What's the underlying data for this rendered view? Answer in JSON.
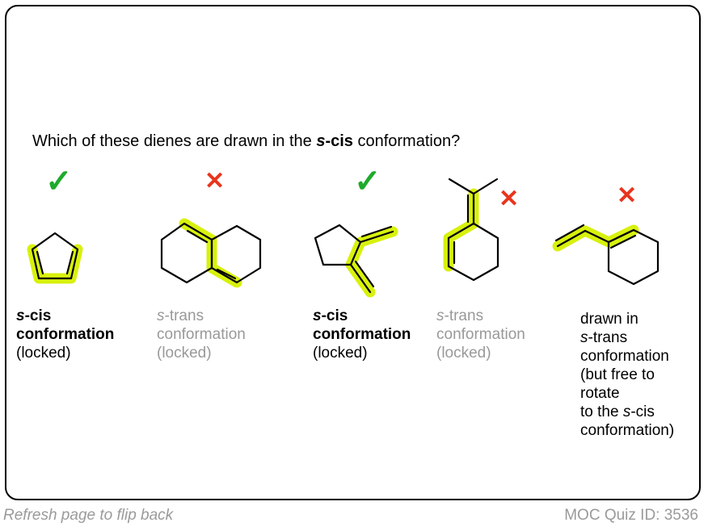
{
  "question": {
    "before": "Which of these dienes are drawn in the ",
    "s": "s",
    "cis": "-cis",
    "after": " conformation?"
  },
  "highlight_color": "#d6f000",
  "items": [
    {
      "mark": "✓",
      "mark_type": "correct",
      "cap1_italic": "s",
      "cap1_rest": "-cis",
      "cap2": "conformation",
      "cap3": "(locked)"
    },
    {
      "mark": "✕",
      "mark_type": "incorrect",
      "cap1_italic": "s",
      "cap1_rest": "-trans",
      "cap2": "conformation",
      "cap3": "(locked)"
    },
    {
      "mark": "✓",
      "mark_type": "correct",
      "cap1_italic": "s",
      "cap1_rest": "-cis",
      "cap2": "conformation",
      "cap3": "(locked)"
    },
    {
      "mark": "✕",
      "mark_type": "incorrect",
      "cap1_italic": "s",
      "cap1_rest": "-trans",
      "cap2": "conformation",
      "cap3": "(locked)"
    },
    {
      "mark": "✕",
      "mark_type": "incorrect",
      "cap1": "drawn in",
      "cap2_italic": "s",
      "cap2_rest": "-trans",
      "cap3": "conformation",
      "cap4": "(but free to",
      "cap5": "rotate",
      "cap6_pre": "to the ",
      "cap6_italic": "s",
      "cap6_rest": "-cis",
      "cap7": "conformation)"
    }
  ],
  "footer": {
    "left": "Refresh page to flip back",
    "right": "MOC Quiz ID: 3536"
  }
}
